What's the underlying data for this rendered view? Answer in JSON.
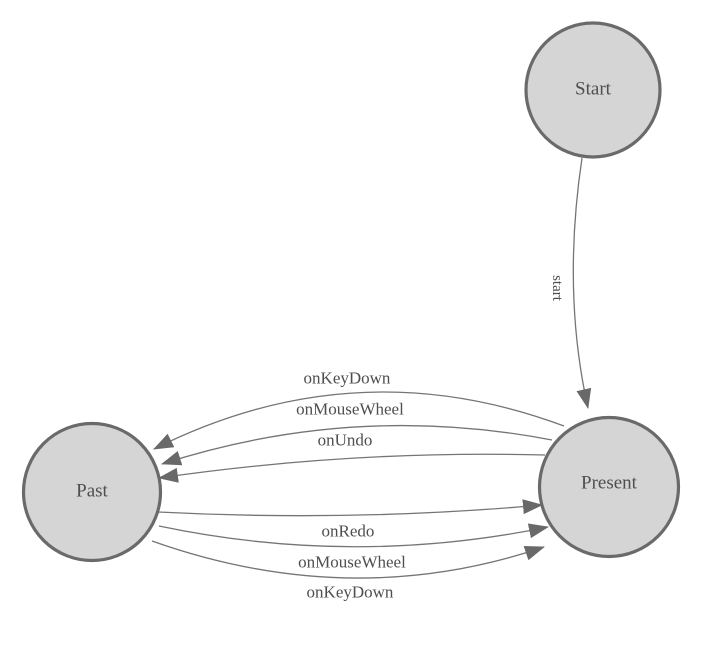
{
  "diagram": {
    "type": "finite-state-machine",
    "nodes": [
      {
        "id": "start",
        "label": "Start"
      },
      {
        "id": "past",
        "label": "Past"
      },
      {
        "id": "present",
        "label": "Present"
      }
    ],
    "edges": [
      {
        "from": "start",
        "to": "present",
        "label": "start"
      },
      {
        "from": "present",
        "to": "past",
        "label": "onKeyDown"
      },
      {
        "from": "present",
        "to": "past",
        "label": "onMouseWheel"
      },
      {
        "from": "present",
        "to": "past",
        "label": "onUndo"
      },
      {
        "from": "past",
        "to": "present",
        "label": "onRedo"
      },
      {
        "from": "past",
        "to": "present",
        "label": "onMouseWheel"
      },
      {
        "from": "past",
        "to": "present",
        "label": "onKeyDown"
      }
    ],
    "colors": {
      "node_fill": "#d5d5d5",
      "node_stroke": "#6a6a6a",
      "edge_stroke": "#757575",
      "arrow_fill": "#696969",
      "label_color": "#4e4e4e",
      "background": "#ffffff"
    }
  }
}
